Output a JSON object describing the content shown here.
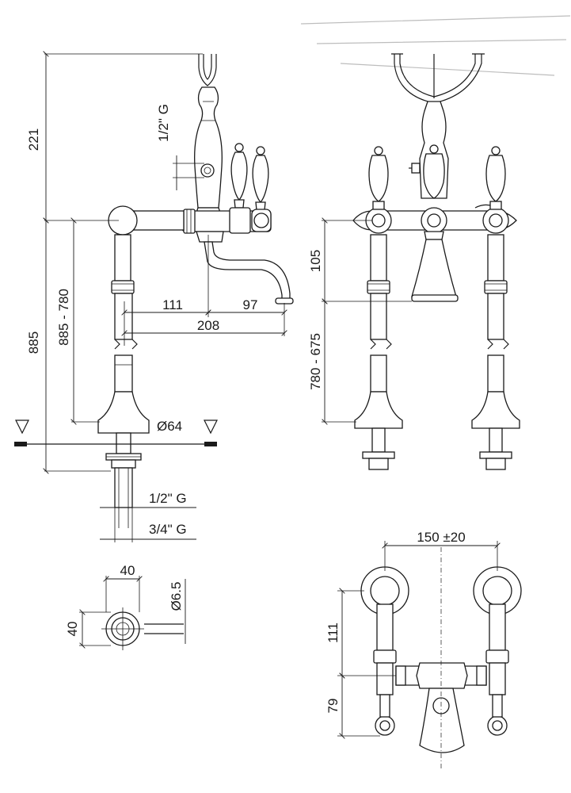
{
  "dimensions": {
    "height_spout": "221",
    "inlet_top_thread": "1/2\" G",
    "total_height": "885",
    "adjustable_height": "885 - 780",
    "spout_offset_a": "111",
    "spout_offset_b": "97",
    "spout_reach": "208",
    "base_diameter": "Ø64",
    "bottom_thread_small": "1/2\" G",
    "bottom_thread_large": "3/4\" G",
    "front_top_height": "105",
    "front_adjust_height": "780 - 675",
    "plan_spacing": "150 ±20",
    "plan_depth_a": "111",
    "plan_depth_b": "79",
    "flange_width": "40",
    "flange_height": "40",
    "hole_diameter": "Ø6.5"
  },
  "colors": {
    "line": "#1a1a1a",
    "background": "#ffffff"
  }
}
